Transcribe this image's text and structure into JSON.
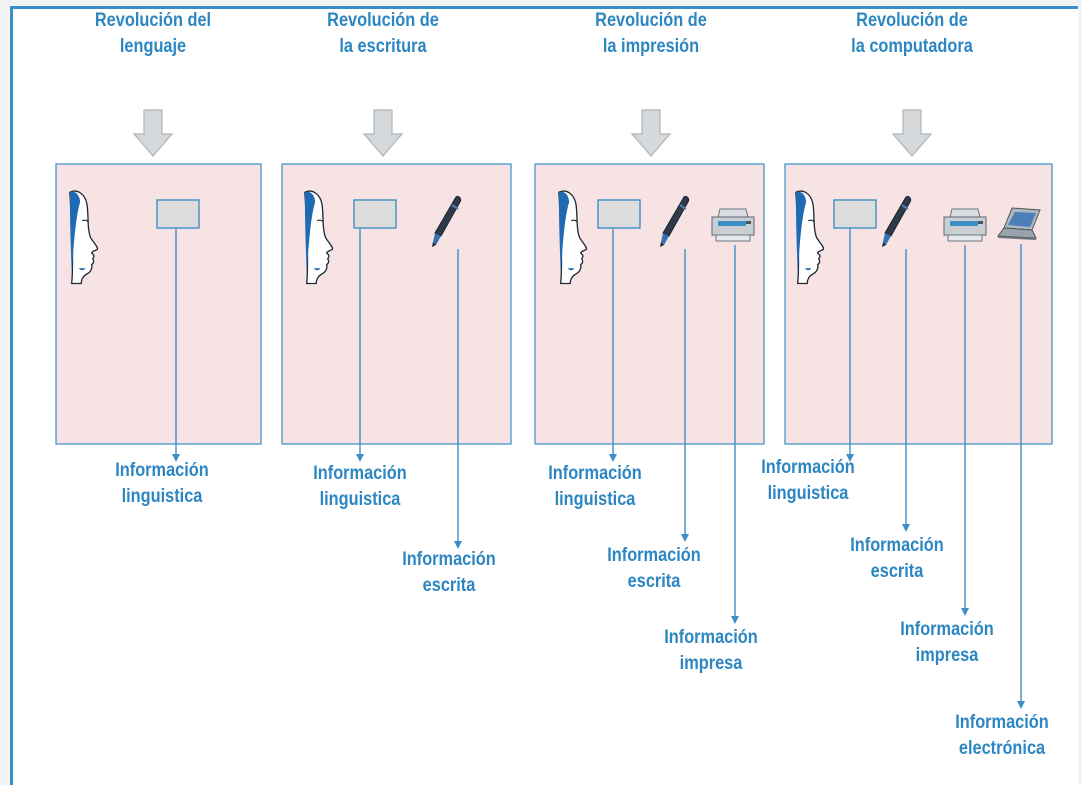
{
  "colors": {
    "frame": "#3a8fc8",
    "text": "#2c86c2",
    "line": "#3f8fc6",
    "panel_fill": "#f7e3e4",
    "panel_border": "#3a8fc8",
    "arrow_fill": "#d6d9db",
    "arrow_stroke": "#b0b4b8",
    "box_fill": "#dcdcdc",
    "face_blue": "#1f6ab3"
  },
  "icons": {
    "down_arrow": "down-arrow-icon",
    "face": "face-profile-icon",
    "box": "rectangle-icon",
    "pen": "pen-icon",
    "printer": "printer-icon",
    "laptop": "laptop-icon"
  },
  "revolutions": [
    {
      "title": [
        "Revolución del",
        "lenguaje"
      ]
    },
    {
      "title": [
        "Revolución de",
        "la escritura"
      ]
    },
    {
      "title": [
        "Revolución de",
        "la impresión"
      ]
    },
    {
      "title": [
        "Revolución de",
        "la computadora"
      ]
    }
  ],
  "outputs": {
    "linguistica": [
      "Información",
      "linguistica"
    ],
    "escrita": [
      "Información",
      "escrita"
    ],
    "impresa": [
      "Información",
      "impresa"
    ],
    "electronica": [
      "Información",
      "electrónica"
    ]
  }
}
